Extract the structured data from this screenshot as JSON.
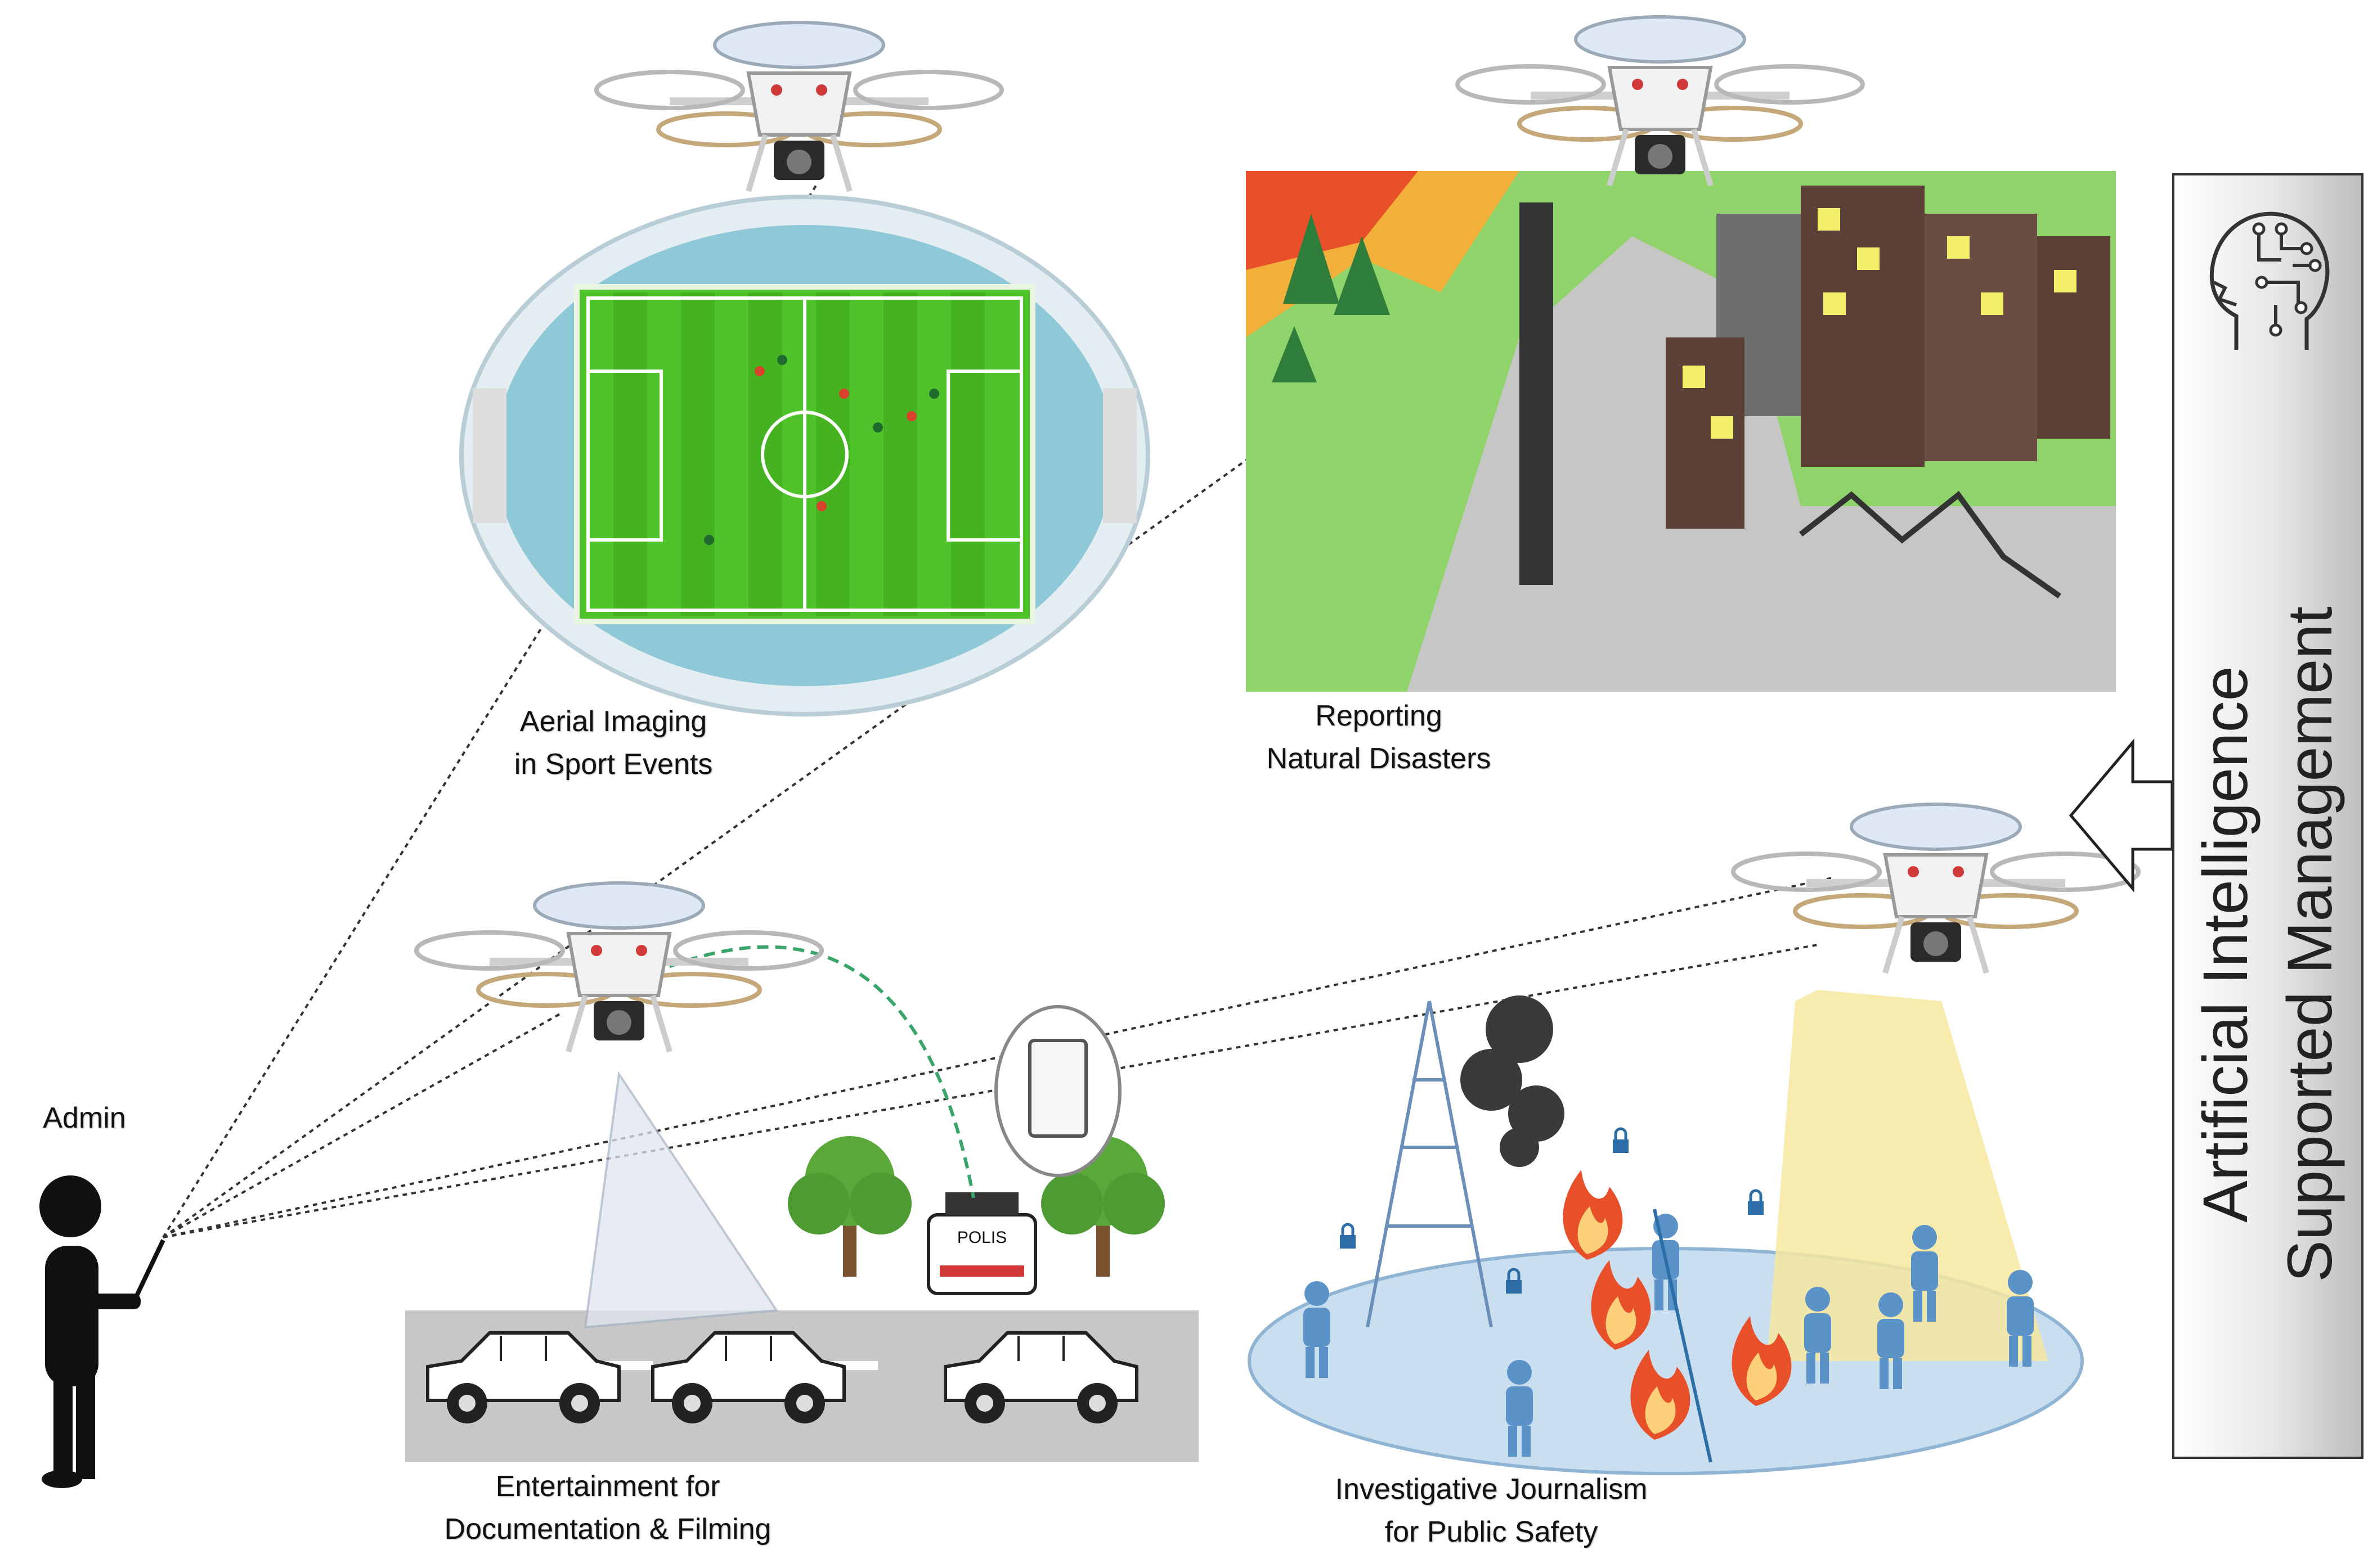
{
  "admin": {
    "label": "Admin"
  },
  "panels": {
    "sport": {
      "caption_line1": "Aerial Imaging",
      "caption_line2": "in Sport Events"
    },
    "disaster": {
      "caption_line1": "Reporting",
      "caption_line2": "Natural Disasters"
    },
    "entertainment": {
      "caption_line1": "Entertainment for",
      "caption_line2": "Documentation & Filming"
    },
    "journalism": {
      "caption_line1": "Investigative Journalism",
      "caption_line2": "for Public Safety"
    }
  },
  "ai_panel": {
    "line1": "Artificial Intelligence",
    "line2": "Supported Management",
    "icon": "ai-brain-icon"
  },
  "police_car": {
    "text": "POLIS"
  },
  "colors": {
    "pitch_green": "#4fc42a",
    "stadium_blue": "#8fc8d6",
    "fire_red": "#e8502a",
    "building_brown": "#5a4037",
    "ground_green": "#8ed46a",
    "platform_blue": "#c9dff0",
    "spotlight_yellow": "#f6e7a0"
  }
}
